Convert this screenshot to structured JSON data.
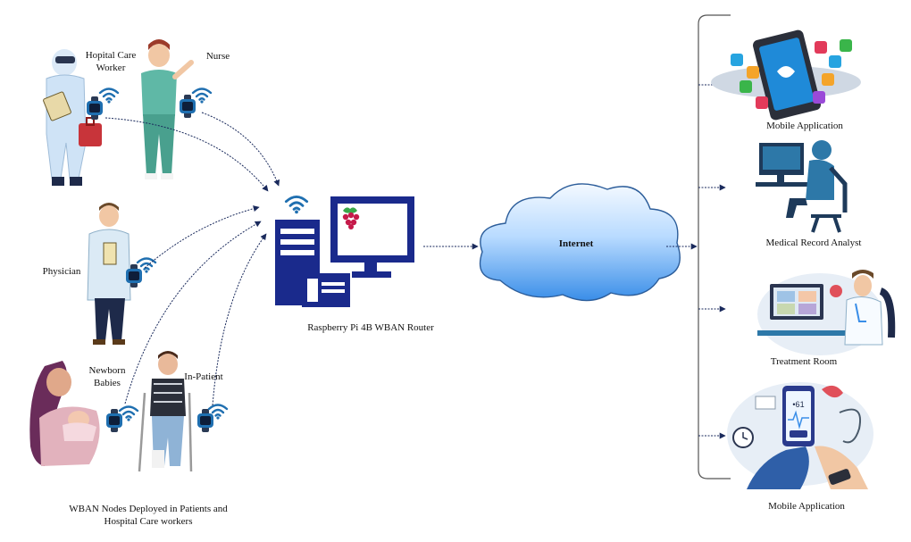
{
  "nodes": {
    "hospital_care_worker": "Hopital Care Worker",
    "nurse": "Nurse",
    "physician": "Physician",
    "newborn_babies": "Newborn Babies",
    "in_patient": "In-Patient"
  },
  "caption": "WBAN Nodes Deployed  in Patients and Hospital Care workers",
  "router": "Raspberry Pi 4B WBAN Router",
  "cloud": "Internet",
  "endpoints": {
    "mobile_app_top": "Mobile Application",
    "record_analyst": "Medical Record Analyst",
    "treatment_room": "Treatment Room",
    "mobile_app_bottom": "Mobile Application"
  },
  "screen_readout": "61",
  "colors": {
    "device_blue": "#1a2a8c",
    "watch_blue": "#1f6fb0",
    "cloud_top": "#e8f3ff",
    "cloud_bottom": "#3a8ee8",
    "arrow": "#222222",
    "raspberry": "#c51a4a"
  }
}
